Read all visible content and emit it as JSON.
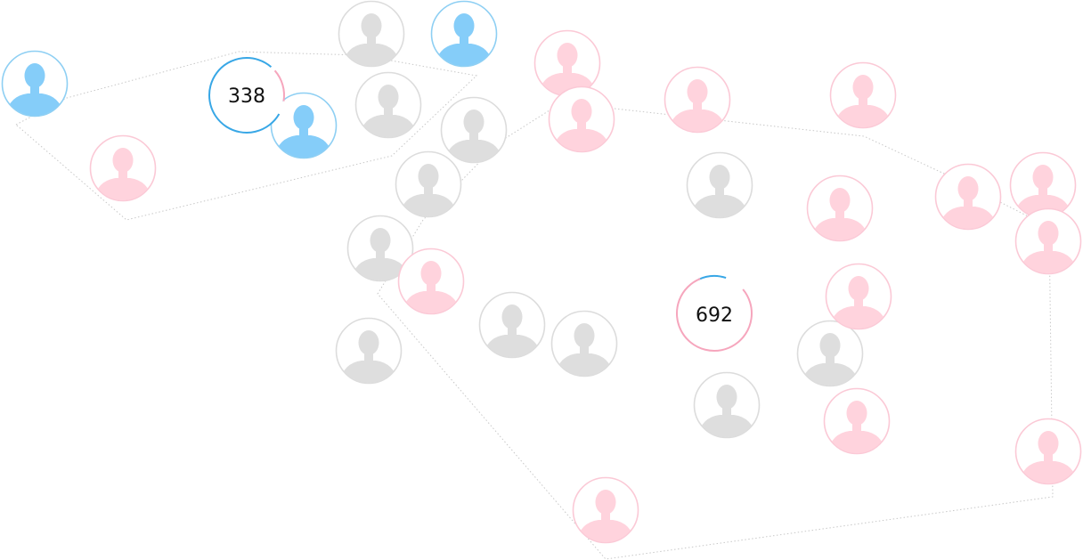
{
  "colors": {
    "blue_fill": "#85cdf9",
    "blue_ring": "#8ecff3",
    "pink_fill": "#ffd3dd",
    "pink_ring": "#fbc9d6",
    "gray_fill": "#dedede",
    "gray_ring": "#dcdcdc",
    "count_blue_arc": "#38a7e6",
    "count_pink_arc": "#f6a6bd",
    "boundary_line": "#c8c8c8"
  },
  "icon": "person-silhouette-icon",
  "clusters": [
    {
      "id": "cluster-left",
      "count_label": "338",
      "blue_share": 0.78,
      "pink_share": 0.14
    },
    {
      "id": "cluster-right",
      "count_label": "692",
      "blue_share": 0.12,
      "pink_share": 0.8
    }
  ],
  "people": [
    {
      "id": "p1",
      "group": "blue"
    },
    {
      "id": "p2",
      "group": "blue"
    },
    {
      "id": "p3",
      "group": "blue"
    },
    {
      "id": "p4",
      "group": "pink"
    },
    {
      "id": "p5",
      "group": "gray"
    },
    {
      "id": "p6",
      "group": "gray"
    },
    {
      "id": "p7",
      "group": "gray"
    },
    {
      "id": "p8",
      "group": "gray"
    },
    {
      "id": "p9",
      "group": "gray"
    },
    {
      "id": "p10",
      "group": "pink"
    },
    {
      "id": "p11",
      "group": "gray"
    },
    {
      "id": "p12",
      "group": "gray"
    },
    {
      "id": "p13",
      "group": "gray"
    },
    {
      "id": "p14",
      "group": "pink"
    },
    {
      "id": "p15",
      "group": "pink"
    },
    {
      "id": "p16",
      "group": "pink"
    },
    {
      "id": "p17",
      "group": "gray"
    },
    {
      "id": "p18",
      "group": "pink"
    },
    {
      "id": "p19",
      "group": "pink"
    },
    {
      "id": "p20",
      "group": "pink"
    },
    {
      "id": "p21",
      "group": "pink"
    },
    {
      "id": "p22",
      "group": "pink"
    },
    {
      "id": "p23",
      "group": "gray"
    },
    {
      "id": "p24",
      "group": "pink"
    },
    {
      "id": "p25",
      "group": "gray"
    },
    {
      "id": "p26",
      "group": "pink"
    },
    {
      "id": "p27",
      "group": "pink"
    },
    {
      "id": "p28",
      "group": "pink"
    }
  ]
}
